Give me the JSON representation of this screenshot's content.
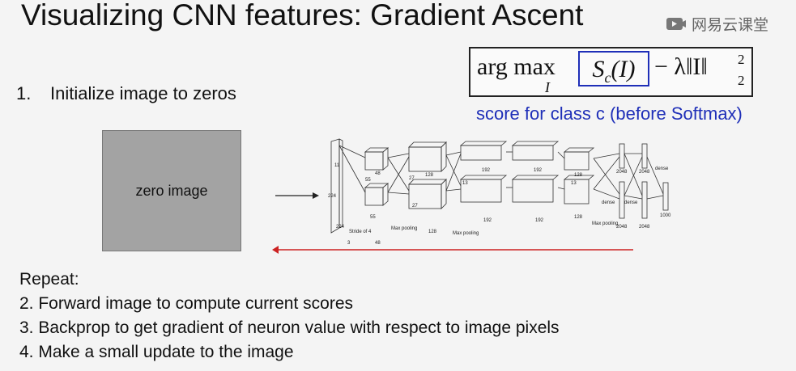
{
  "slide": {
    "title": "Visualizing CNN features: Gradient Ascent",
    "watermark": "网易云课堂",
    "formula": {
      "argmax": "arg max",
      "argmax_sub": "I",
      "score_main": "S",
      "score_sub": "c",
      "score_arg": "(I)",
      "regularizer": "− λ‖I‖",
      "reg_sup": "2",
      "reg_sub": "2"
    },
    "score_caption": "score for class c (before Softmax)",
    "step1_number": "1.",
    "step1_text": "Initialize image to zeros",
    "zero_image_label": "zero image",
    "repeat_items": [
      "Repeat:",
      "2. Forward image to compute current scores",
      "3. Backprop to get gradient of neuron value with respect to image pixels",
      "4. Make a small update to the image"
    ],
    "network_labels": {
      "input_size": "224",
      "input_depth": "3",
      "conv_kernel": "11",
      "stride": "Stride of 4",
      "l1_depth": "48",
      "l1_size": "55",
      "l2_depth": "128",
      "l2_size": "27",
      "l3_depth": "192",
      "l3_size": "13",
      "l4_depth": "192",
      "l5_depth": "128",
      "max_pooling": "Max pooling",
      "dense": "dense",
      "fc_size": "2048",
      "out_size": "1000"
    },
    "colors": {
      "score_box": "#1f2fb8",
      "backprop_arrow": "#cc2222",
      "forward_arrow": "#222222",
      "zero_image": "#a3a3a3"
    }
  }
}
